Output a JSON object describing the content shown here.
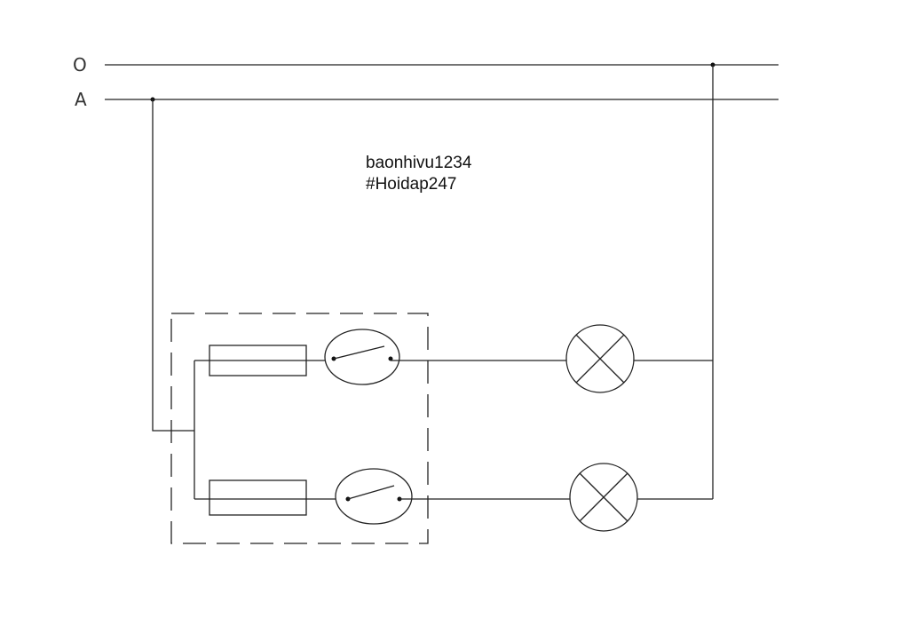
{
  "rails": {
    "neutral_label": "O",
    "phase_label": "A"
  },
  "watermark": {
    "line1": "baonhivu1234",
    "line2": "#Hoidap247"
  },
  "colors": {
    "line": "#222222",
    "background": "#ffffff"
  },
  "components": {
    "fuses": 2,
    "switches": 2,
    "lamps": 2,
    "enclosure": "dashed-box"
  }
}
